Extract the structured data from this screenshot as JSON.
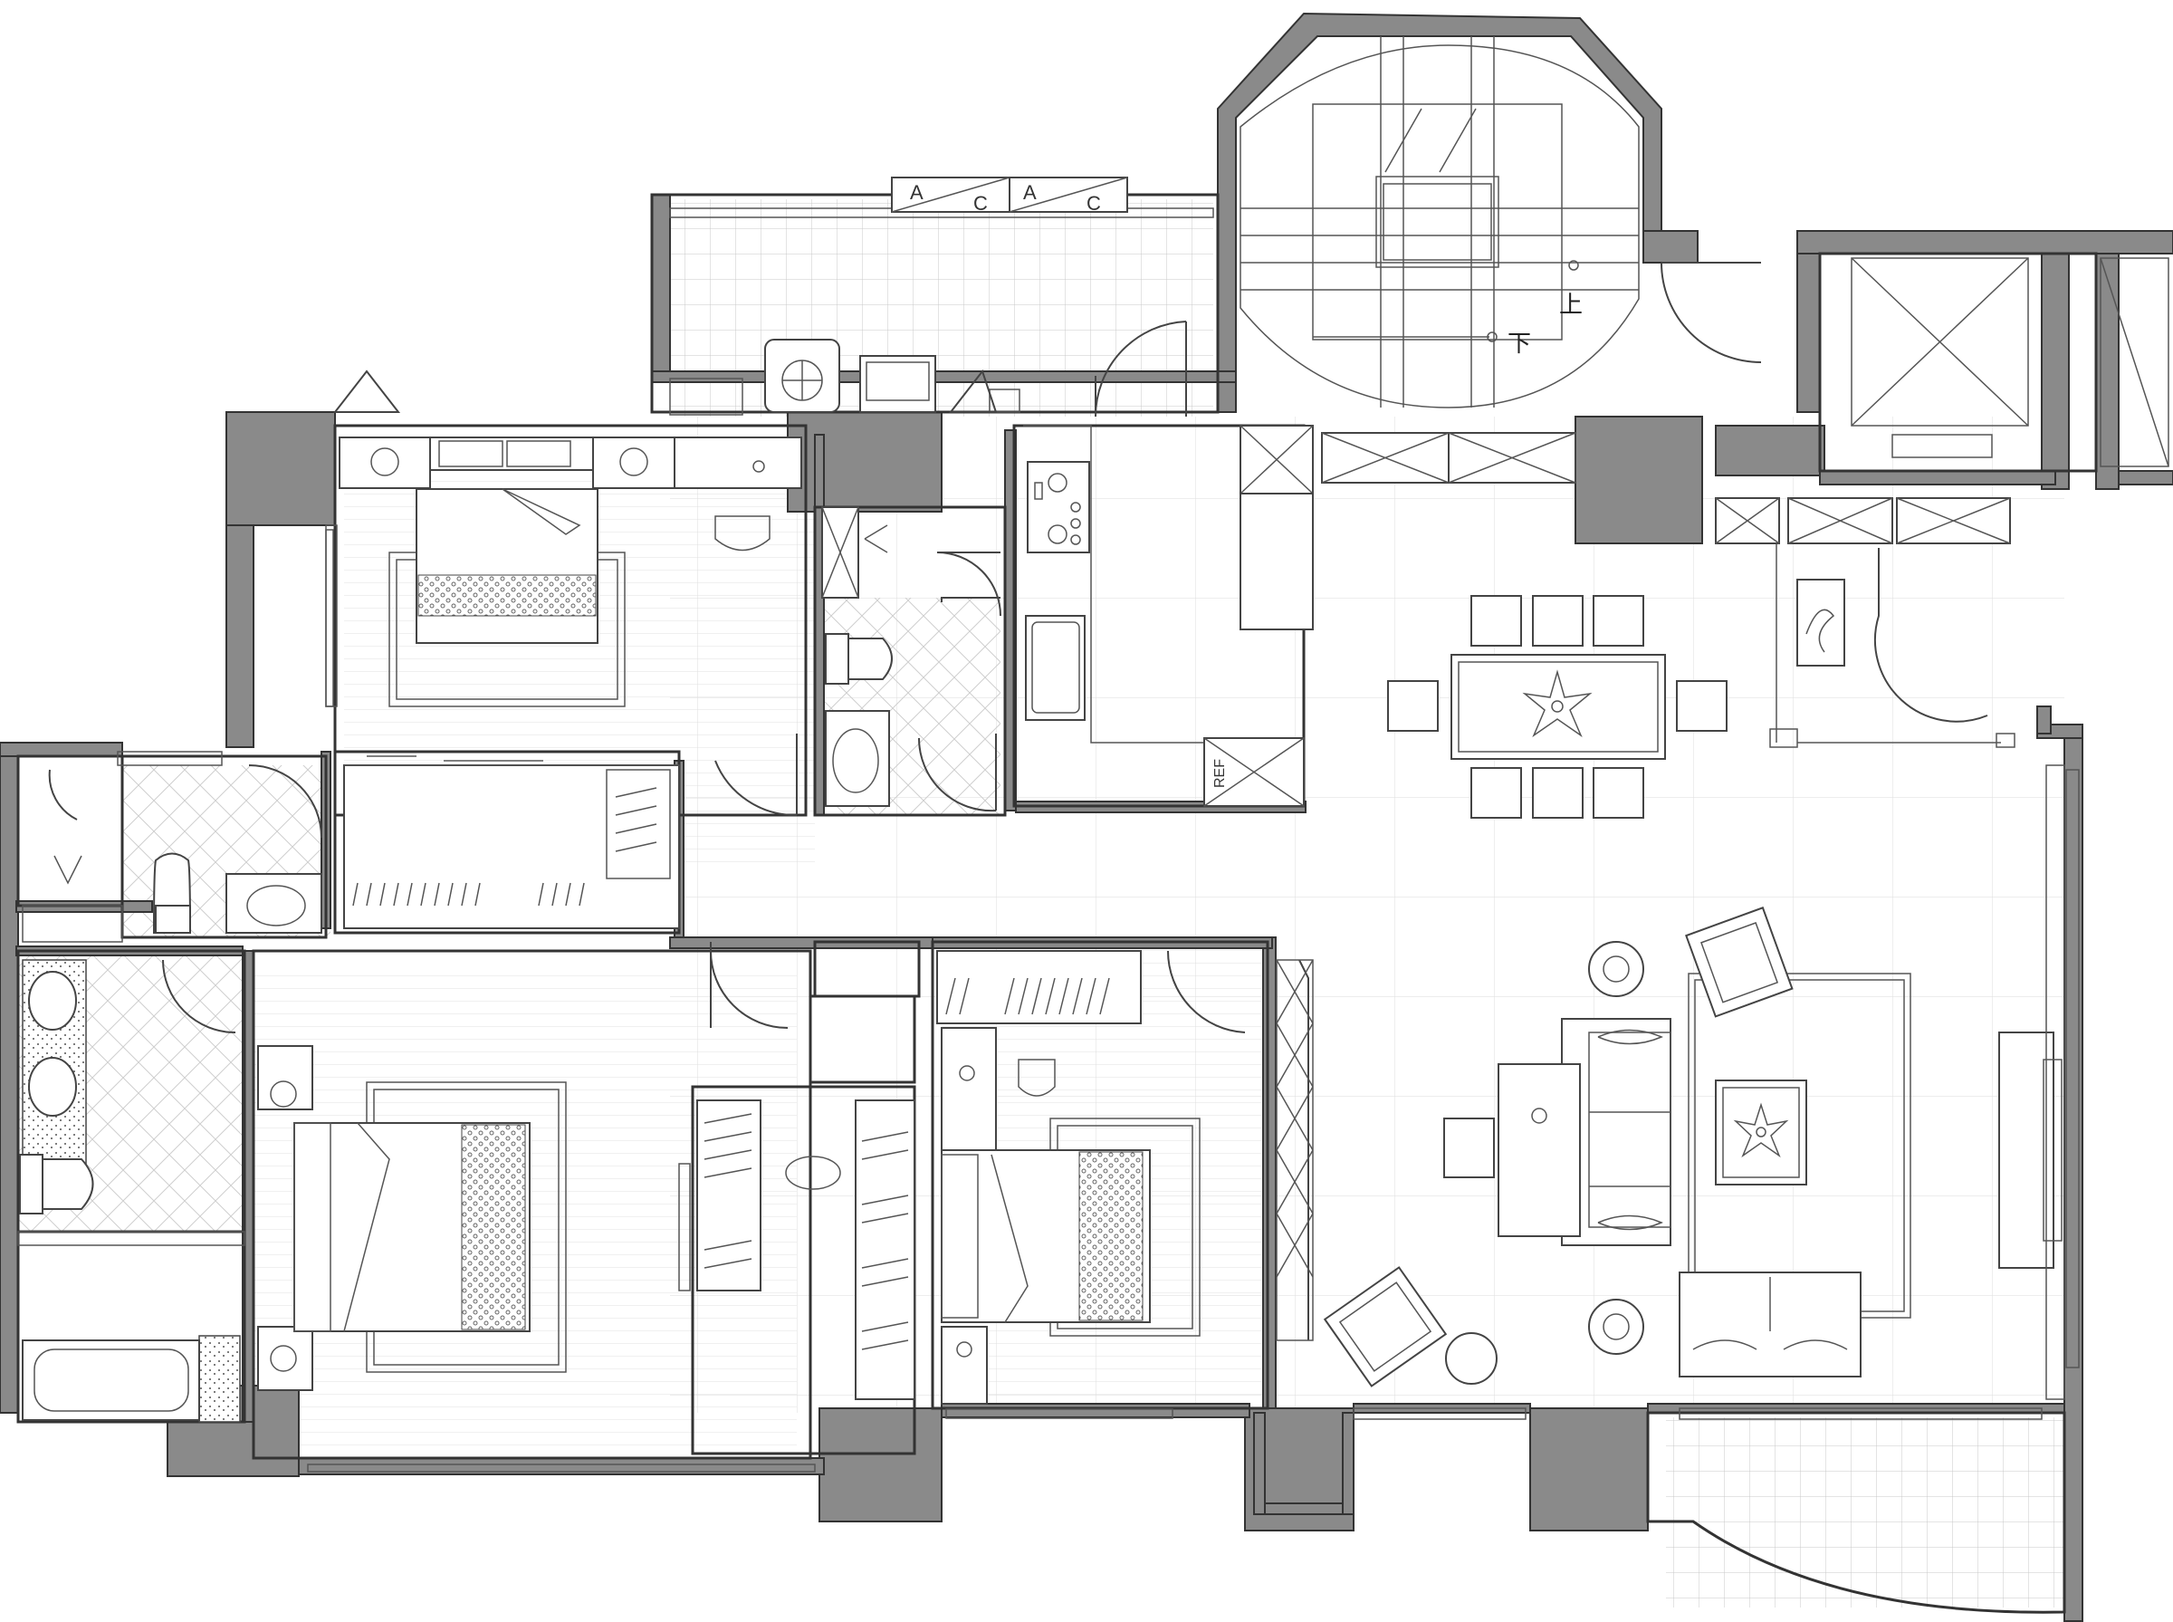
{
  "labels": {
    "ac_unit_1_a": "A",
    "ac_unit_1_c": "C",
    "ac_unit_2_a": "A",
    "ac_unit_2_c": "C",
    "stair_up": "上",
    "stair_down": "下",
    "refrigerator": "REF"
  },
  "colors": {
    "wall": "#8a8a8a",
    "line": "#333333",
    "background": "#ffffff"
  },
  "icons": {
    "table_ornament": "star-ornament-icon",
    "cooktop": "cooktop-icon",
    "sink": "sink-icon",
    "toilet": "toilet-icon",
    "bathtub": "bathtub-icon",
    "elevator": "elevator-icon"
  }
}
